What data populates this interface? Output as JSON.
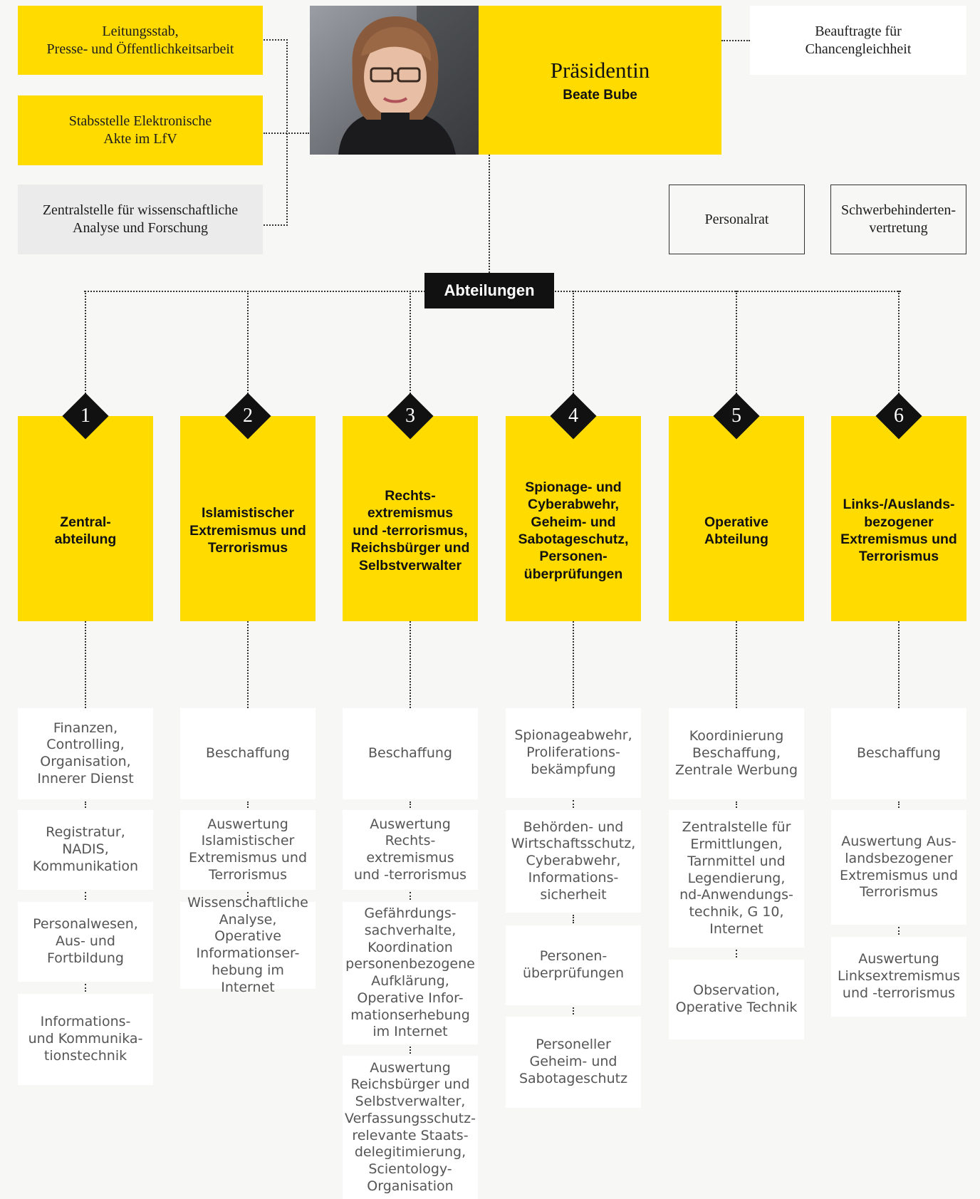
{
  "staff_units": [
    "Leitungsstab,\nPresse- und Öffentlichkeitsarbeit",
    "Stabsstelle Elektronische\nAkte im LfV",
    "Zentralstelle für wissenschaftliche\nAnalyse und Forschung"
  ],
  "president": {
    "title": "Präsidentin",
    "name": "Beate Bube"
  },
  "equality_officer": "Beauftragte für\nChancengleichheit",
  "councils": [
    "Personalrat",
    "Schwerbehinderten-\nvertretung"
  ],
  "departments_label": "Abteilungen",
  "departments": [
    {
      "number": "1",
      "name": "Zentral-\nabteilung",
      "units": [
        "Finanzen,\nControlling,\nOrganisation,\nInnerer Dienst",
        "Registratur,\nNADIS,\nKommunikation",
        "Personalwesen,\nAus- und\nFortbildung",
        "Informations-\nund Kommunika-\ntionstechnik"
      ]
    },
    {
      "number": "2",
      "name": "Islamistischer\nExtremismus und\nTerrorismus",
      "units": [
        "Beschaffung",
        "Auswertung\nIslamistischer\nExtremismus und\nTerrorismus",
        "Wissenschaftliche\nAnalyse, Operative\nInformationser-\nhebung im Internet"
      ]
    },
    {
      "number": "3",
      "name": "Rechts-\nextremismus\nund -terrorismus,\nReichsbürger und\nSelbstverwalter",
      "units": [
        "Beschaffung",
        "Auswertung\nRechts-\nextremismus\nund -terrorismus",
        "Gefährdungs-\nsachverhalte,\nKoordination\npersonenbezogene\nAufklärung,\nOperative Infor-\nmationserhebung\nim Internet",
        "Auswertung\nReichsbürger und\nSelbstverwalter,\nVerfassungsschutz-\nrelevante Staats-\ndelegitimierung,\nScientology-\nOrganisation"
      ]
    },
    {
      "number": "4",
      "name": "Spionage- und\nCyberabwehr,\nGeheim- und\nSabotageschutz,\nPersonen-\nüberprüfungen",
      "units": [
        "Spionageabwehr,\nProliferations-\nbekämpfung",
        "Behörden- und\nWirtschaftsschutz,\nCyberabwehr,\nInformations-\nsicherheit",
        "Personen-\nüberprüfungen",
        "Personeller\nGeheim- und\nSabotageschutz"
      ]
    },
    {
      "number": "5",
      "name": "Operative\nAbteilung",
      "units": [
        "Koordinierung\nBeschaffung,\nZentrale Werbung",
        "Zentralstelle für\nErmittlungen,\nTarnmittel und\nLegendierung,\nnd-Anwendungs-\ntechnik, G 10,\nInternet",
        "Observation,\nOperative Technik"
      ]
    },
    {
      "number": "6",
      "name": "Links-/Auslands-\nbezogener\nExtremismus und\nTerrorismus",
      "units": [
        "Beschaffung",
        "Auswertung Aus-\nlandsbezogener\nExtremismus und\nTerrorismus",
        "Auswertung\nLinksextremismus\nund -terrorismus"
      ]
    }
  ],
  "colors": {
    "yellow": "#ffdb00",
    "black": "#111111",
    "grey": "#ebebeb",
    "white": "#ffffff",
    "background": "#f7f7f5"
  }
}
